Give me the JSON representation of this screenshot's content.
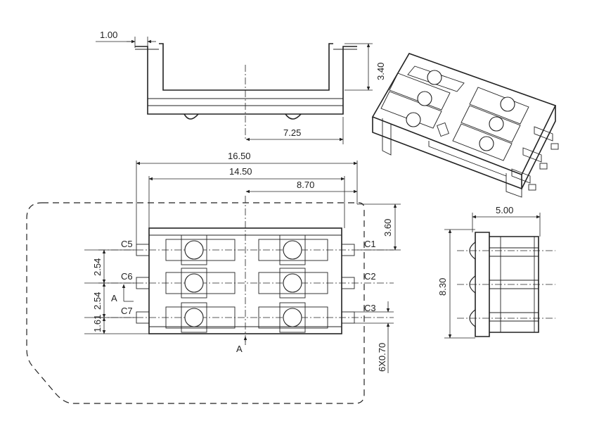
{
  "top_view": {
    "dim_width_left": "1.00",
    "dim_height_right": "3.40",
    "dim_bottom": "7.25"
  },
  "plan_view": {
    "dim_overall": "16.50",
    "dim_inner": "14.50",
    "dim_half": "8.70",
    "dim_right_top": "3.60",
    "dim_pitch_1": "2.54",
    "dim_pitch_2": "2.54",
    "dim_bottom_left": "1.61",
    "dim_pin_width": "6X0.70",
    "section_mark": "A",
    "left_contacts": [
      "C5",
      "C6",
      "C7"
    ],
    "right_contacts": [
      "C1",
      "C2",
      "C3"
    ]
  },
  "side_view": {
    "dim_width": "5.00",
    "dim_height": "8.30"
  }
}
